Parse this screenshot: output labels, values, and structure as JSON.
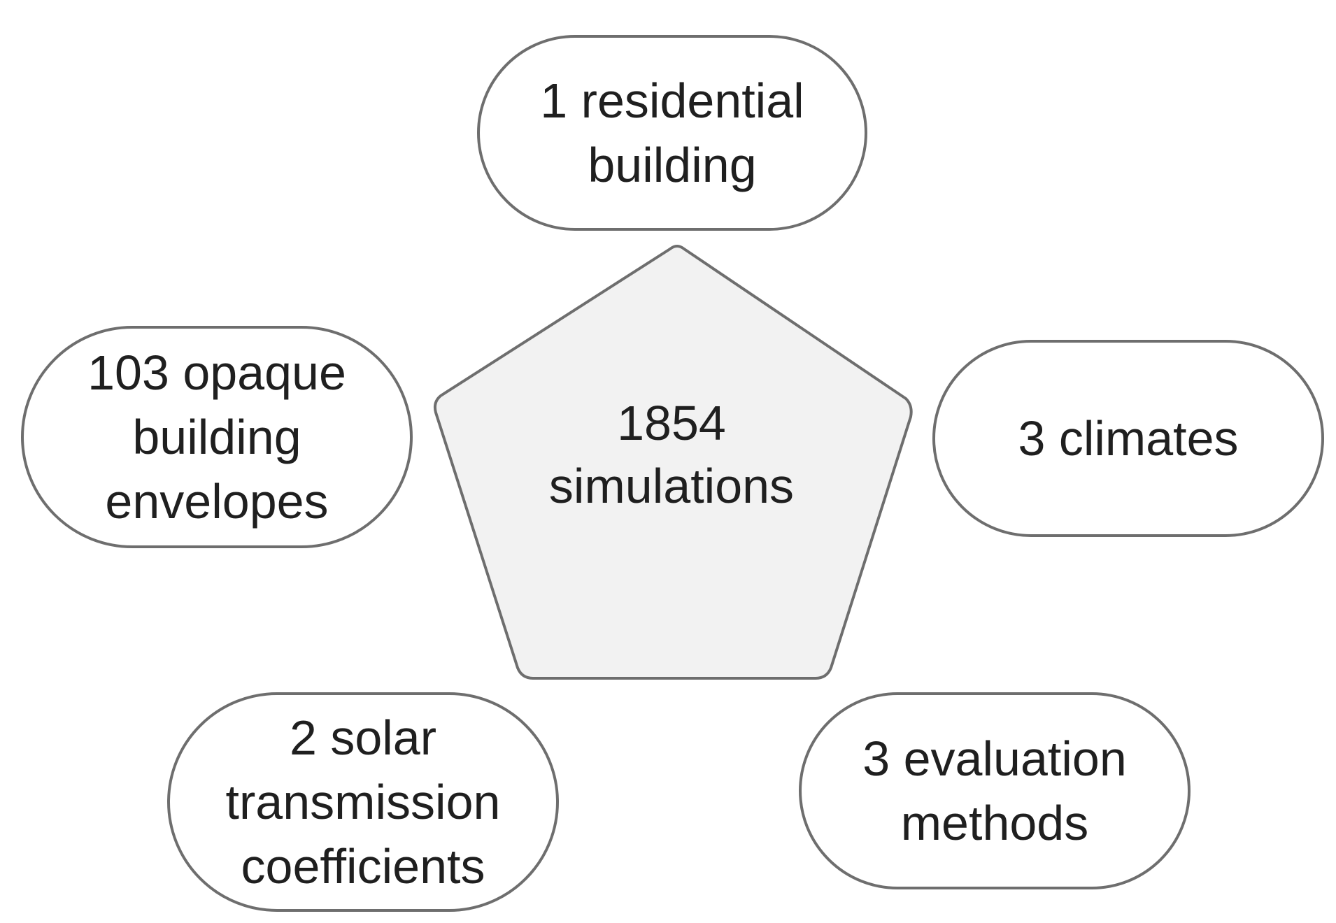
{
  "center": {
    "lines": [
      "1854",
      "simulations"
    ]
  },
  "factors": {
    "top": "1 residential\nbuilding",
    "left": "103 opaque\nbuilding\nenvelopes",
    "right": "3 climates",
    "bottom_left": "2 solar\ntransmission\ncoefficients",
    "bottom_right": "3 evaluation\nmethods"
  },
  "colors": {
    "pentagon_fill": "#f2f2f2",
    "outline": "#6e6e6e",
    "text": "#1f1f1f"
  }
}
